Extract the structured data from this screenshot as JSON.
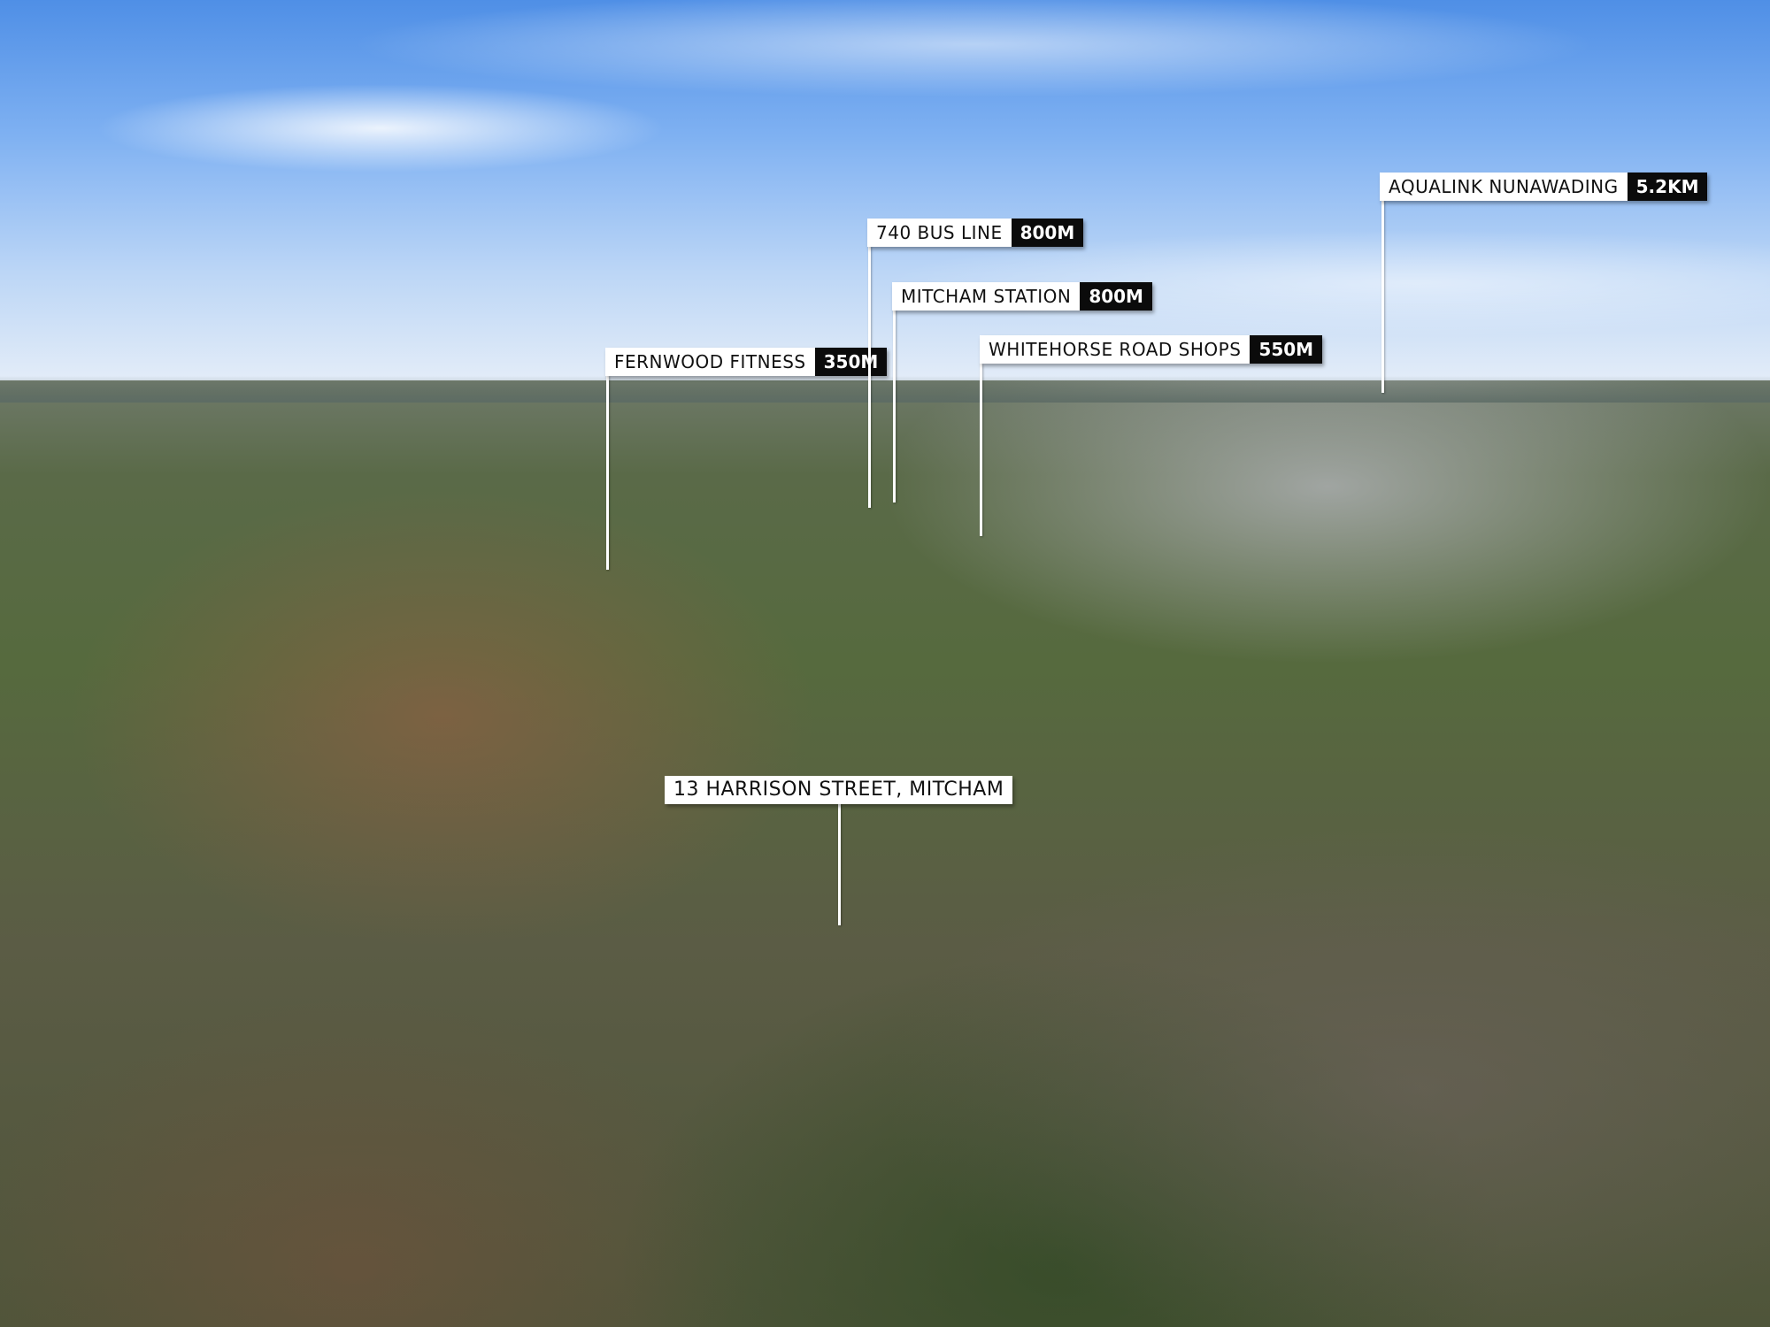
{
  "callouts": {
    "fernwood": {
      "name": "FERNWOOD FITNESS",
      "distance": "350M"
    },
    "bus": {
      "name": "740 BUS LINE",
      "distance": "800M"
    },
    "station": {
      "name": "MITCHAM STATION",
      "distance": "800M"
    },
    "shops": {
      "name": "WHITEHORSE ROAD SHOPS",
      "distance": "550M"
    },
    "aqualink": {
      "name": "AQUALINK NUNAWADING",
      "distance": "5.2KM"
    }
  },
  "property": {
    "address": "13 HARRISON STREET, MITCHAM"
  }
}
